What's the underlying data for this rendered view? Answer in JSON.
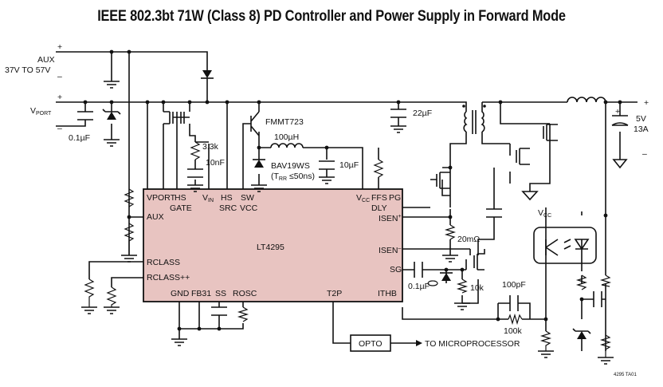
{
  "title": "IEEE 802.3bt 71W (Class 8) PD Controller and Power Supply in Forward Mode",
  "labels": {
    "aux": "AUX",
    "aux_range": "37V TO 57V",
    "vport": "V",
    "vport_sub": "PORT",
    "cap_in": "0.1µF",
    "r_hs": "3.3k",
    "c_hs": "10nF",
    "q_aux": "FMMT723",
    "l_sw": "100µH",
    "diode_sw": "BAV19WS",
    "diode_trr": "(T",
    "diode_trr_sub": "RR",
    "diode_trr_val": " ≤50ns)",
    "c_vcc": "10µF",
    "c_bulk": "22µF",
    "vout": "5V",
    "iout": "13A",
    "r_sense": "20mΩ",
    "c_sg": "0.1µF",
    "r_sg": "10k",
    "c_comp": "100pF",
    "r_comp": "100k",
    "opto_vcc": "V",
    "opto_vcc_sub": "CC",
    "opto_block": "OPTO",
    "to_micro": "TO MICROPROCESSOR",
    "fig_code": "4295 TA01",
    "plus": "+",
    "minus": "–"
  },
  "ic": {
    "name": "LT4295",
    "color": "#e8c4c1",
    "pins": {
      "vport": "VPORT",
      "hs": "HS",
      "gate": "GATE",
      "vin": "V",
      "vin_sub": "IN",
      "hs2": "HS",
      "src": "SRC",
      "sw": "SW",
      "vcc": "VCC",
      "vcc2": "V",
      "vcc2_sub": "CC",
      "ffs": "FFS",
      "dly": "DLY",
      "pg": "PG",
      "isenp": "ISEN",
      "isenp_sup": "+",
      "isenm": "ISEN",
      "isenm_sup": "–",
      "sg": "SG",
      "aux": "AUX",
      "rclass": "RCLASS",
      "rclasspp": "RCLASS++",
      "gnd": "GND",
      "fb31": "FB31",
      "ss": "SS",
      "rosc": "ROSC",
      "t2p": "T2P",
      "ithb": "ITHB"
    }
  }
}
